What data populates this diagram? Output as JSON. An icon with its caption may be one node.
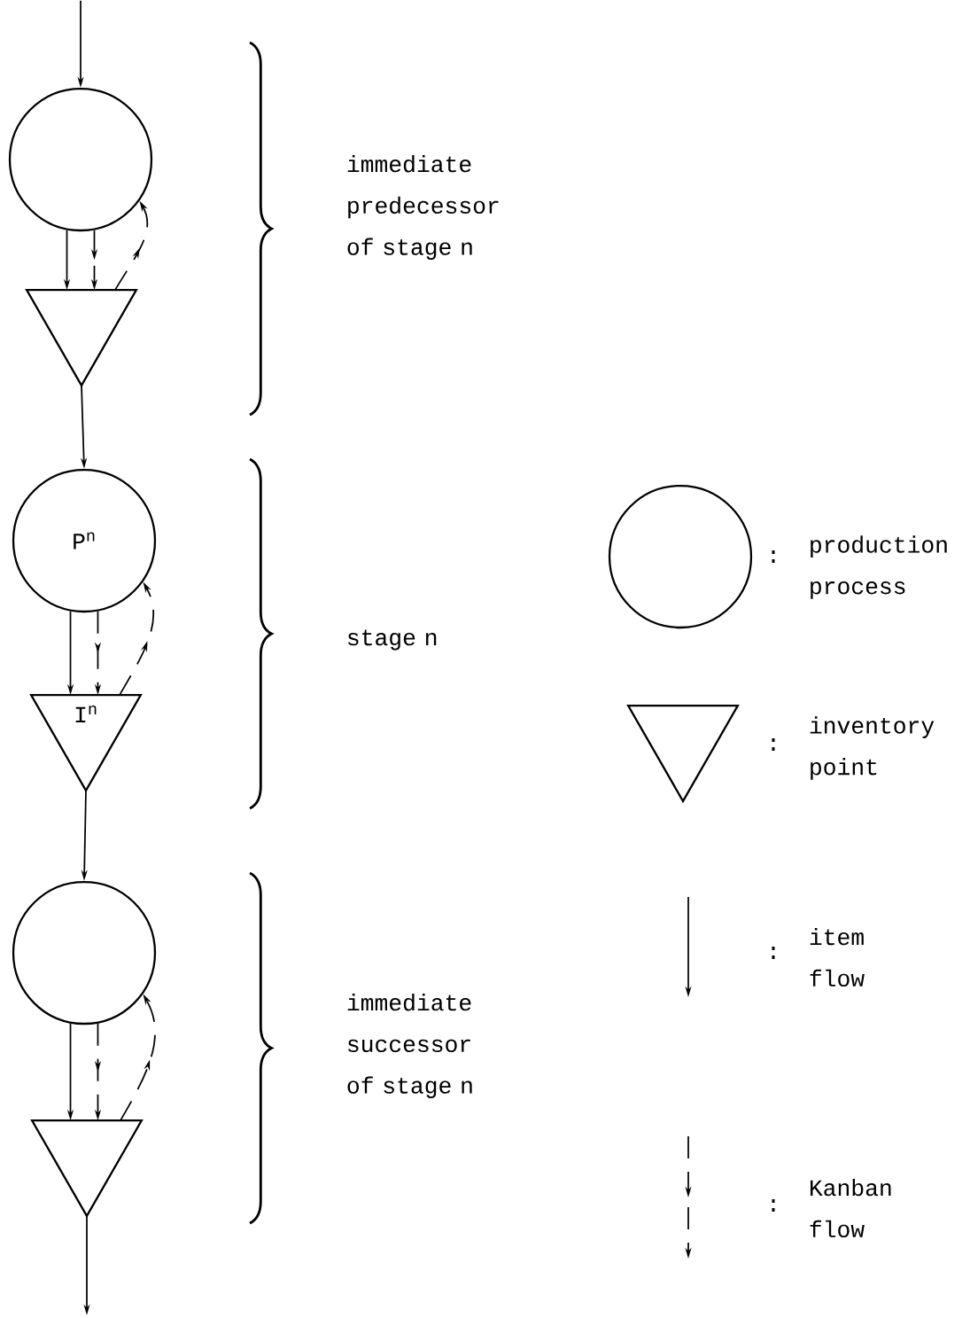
{
  "diagram": {
    "nodes": [
      {
        "text": [],
        "shape": "circle"
      },
      {
        "text": [],
        "shape": "triangle"
      },
      {
        "text": [
          "P$^{n}$"
        ]
      },
      {
        "text": [
          "I$^{n}$"
        ]
      },
      {
        "text": [],
        "shape": "circle"
      },
      {
        "text": [],
        "shape": "triangle"
      },
      {
        "text": [],
        "shape": "circle"
      },
      {
        "text": [],
        "shape": "triangle"
      }
    ],
    "edges": [
      {
        "from": null,
        "to": 0,
        "arrow": "to"
      },
      {
        "from": 0,
        "to": 1,
        "arrow": "to"
      },
      {
        "from": 0,
        "to": 1,
        "arrow": "to",
        "style": "dashed"
      },
      {
        "from": 1,
        "to": 0,
        "arrow": "to",
        "style": "dashed"
      },
      {
        "from": 1,
        "to": 2,
        "arrow": "to"
      },
      {
        "from": 2,
        "to": 3,
        "arrow": "to"
      },
      {
        "from": 2,
        "to": 3,
        "arrow": "to",
        "style": "dashed"
      },
      {
        "from": 3,
        "to": 2,
        "arrow": "to",
        "style": "dashed"
      },
      {
        "from": 3,
        "to": 4,
        "arrow": "to"
      },
      {
        "from": 4,
        "to": 5,
        "arrow": "to"
      },
      {
        "from": 4,
        "to": 5,
        "arrow": "to",
        "style": "dashed"
      },
      {
        "from": 5,
        "to": 4,
        "arrow": "to",
        "style": "dashed"
      },
      {
        "from": 5,
        "to": null,
        "arrow": "to"
      }
    ],
    "labels": [
      "immediate predecessor of stage n",
      "stage n",
      "immediate successor of stage n",
      ":",
      ":",
      ":",
      ":"
    ],
    "legend": [
      {
        "text": "production process"
      },
      {
        "text": "inventory point"
      },
      {
        "text": "item flow"
      },
      {
        "text": "Kanban flow"
      }
    ]
  }
}
